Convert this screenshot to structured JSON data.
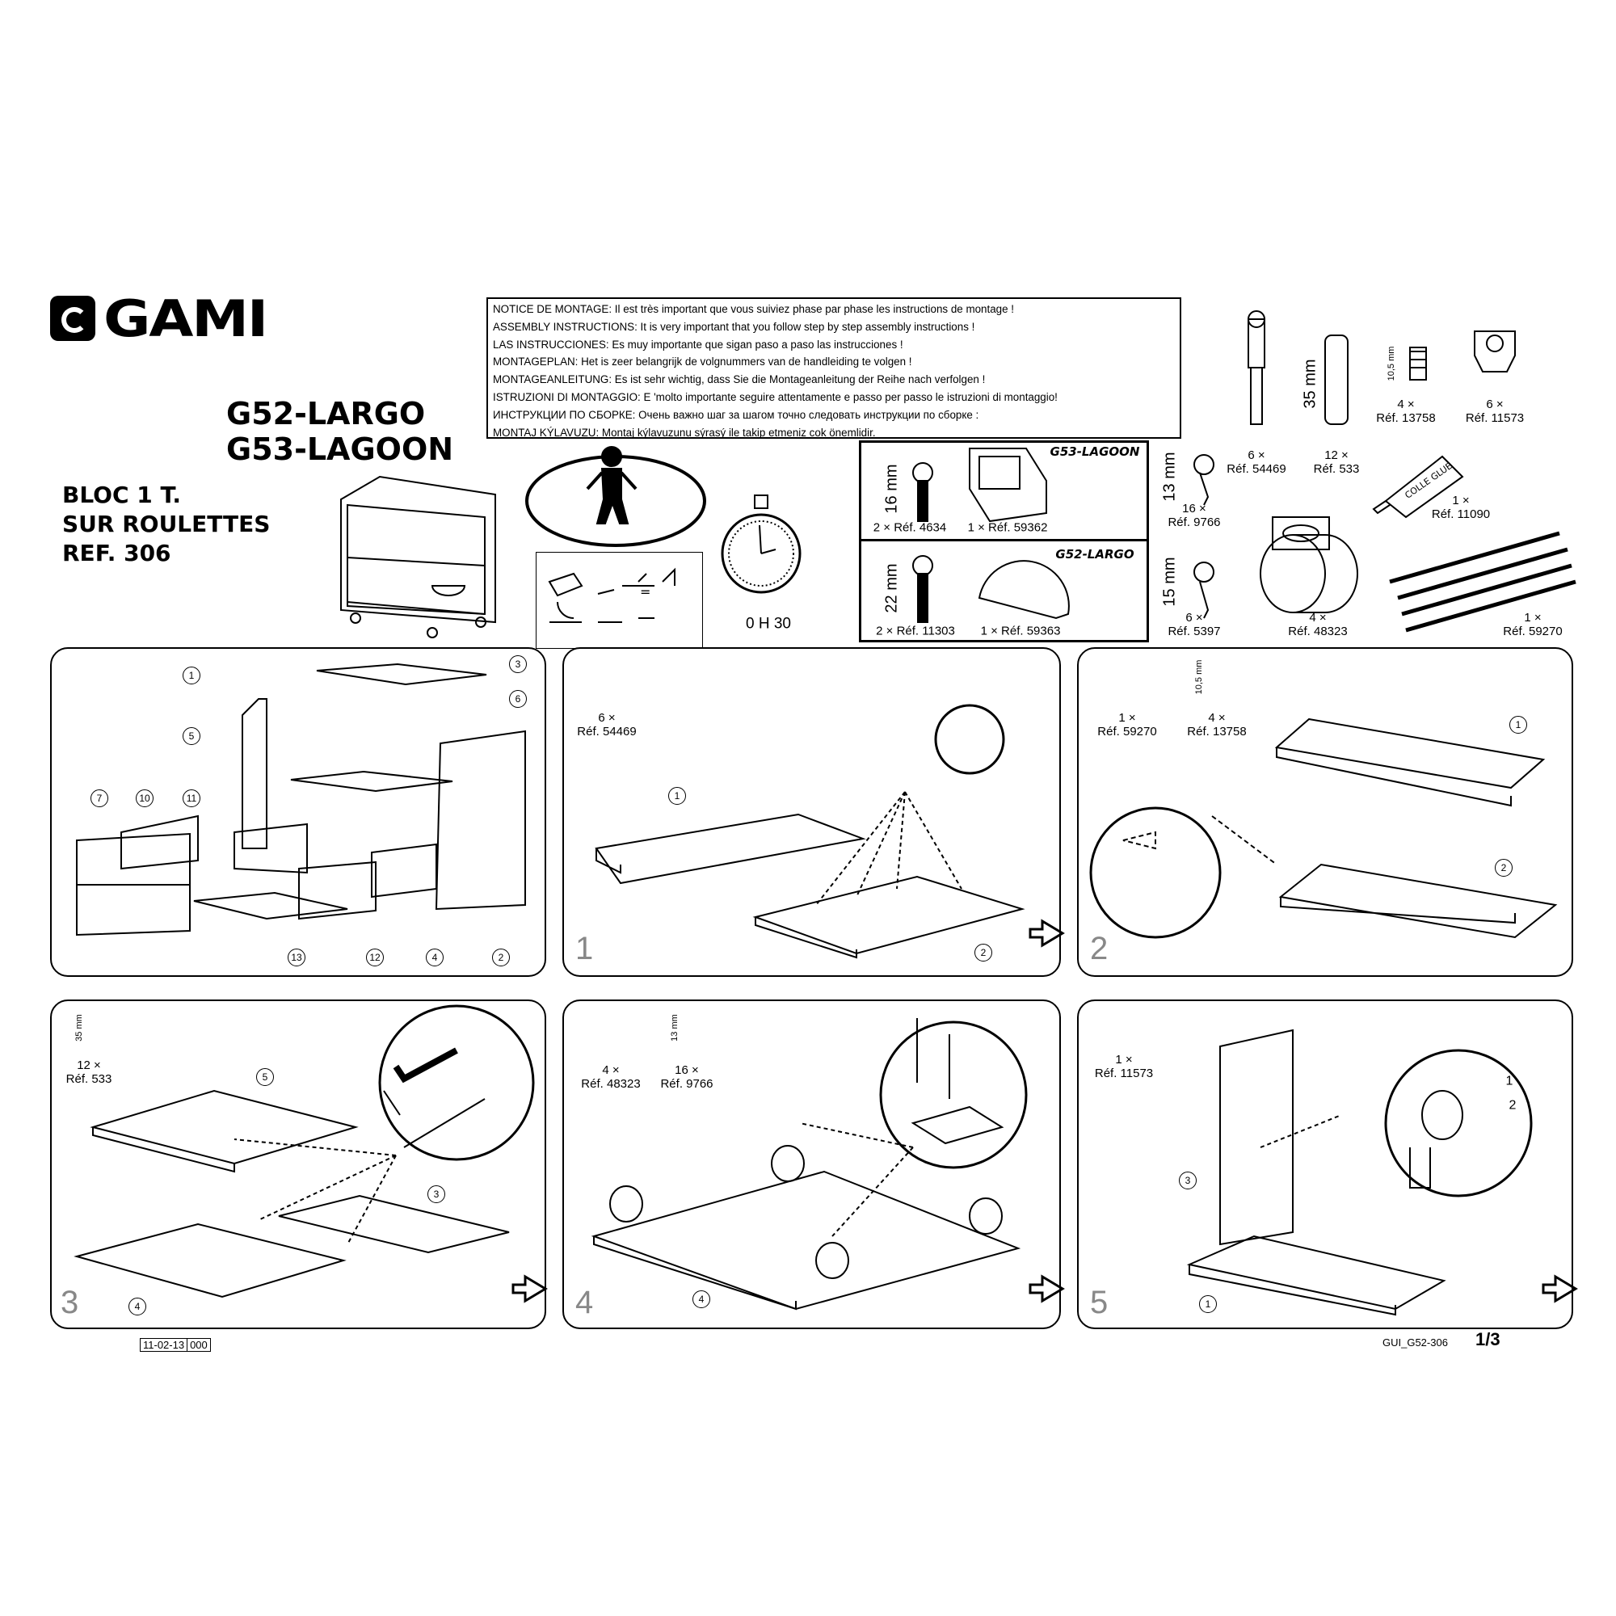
{
  "brand": "GAMI",
  "models": [
    "G52-LARGO",
    "G53-LAGOON"
  ],
  "product": {
    "line1": "BLOC 1 T.",
    "line2": "SUR ROULETTES",
    "line3": "REF. 306"
  },
  "notice": [
    "NOTICE DE MONTAGE: Il est très important que vous suiviez phase par phase les instructions de montage !",
    "ASSEMBLY INSTRUCTIONS: It is very important that you follow step by step assembly instructions !",
    "LAS INSTRUCCIONES: Es muy importante que sigan paso a paso las instrucciones !",
    "MONTAGEPLAN: Het is zeer belangrijk de volgnummers van de handleiding te volgen !",
    "MONTAGEANLEITUNG: Es ist sehr wichtig, dass Sie die Montageanleitung der Reihe nach verfolgen !",
    "ISTRUZIONI DI MONTAGGIO: E 'molto importante seguire attentamente e passo per passo le istruzioni di montaggio!",
    "ИНСТРУКЦИИ ПО СБОРКЕ: Очень важно шаг за шагом точно следовать инструкции по сборке :",
    "MONTAJ KÝLAVUZU: Montaj kýlavuzunu sýrasý ile takip etmeniz cok önemlidir."
  ],
  "time": "0 H 30",
  "model_hardware": {
    "lagoon": {
      "tag": "G53-LAGOON",
      "screw_len": "16 mm",
      "screw": "2 × Réf. 4634",
      "handle": "1 × Réf. 59362"
    },
    "largo": {
      "tag": "G52-LARGO",
      "screw_len": "22 mm",
      "screw": "2 × Réf. 11303",
      "handle": "1 × Réf. 59363"
    }
  },
  "hardware": [
    {
      "qty": "6 ×",
      "ref": "Réf. 54469"
    },
    {
      "qty": "12 ×",
      "ref": "Réf. 533",
      "size": "35 mm"
    },
    {
      "qty": "4 ×",
      "ref": "Réf. 13758",
      "size": "10,5 mm"
    },
    {
      "qty": "6 ×",
      "ref": "Réf. 11573"
    },
    {
      "qty": "16 ×",
      "ref": "Réf. 9766",
      "size": "13 mm"
    },
    {
      "qty": "1 ×",
      "ref": "Réf. 11090",
      "label": "COLLE GLUE"
    },
    {
      "qty": "6 ×",
      "ref": "Réf. 5397",
      "size": "15 mm"
    },
    {
      "qty": "4 ×",
      "ref": "Réf. 48323"
    },
    {
      "qty": "1 ×",
      "ref": "Réf. 59270"
    }
  ],
  "overview_callouts": [
    "1",
    "3",
    "6",
    "5",
    "7",
    "10",
    "11",
    "13",
    "12",
    "4",
    "2"
  ],
  "steps": [
    {
      "num": "1",
      "parts": [
        {
          "qty": "6 ×",
          "ref": "Réf. 54469"
        }
      ],
      "callouts": [
        "1",
        "2"
      ]
    },
    {
      "num": "2",
      "parts": [
        {
          "qty": "1 ×",
          "ref": "Réf. 59270"
        },
        {
          "qty": "4 ×",
          "ref": "Réf. 13758",
          "size": "10,5 mm"
        }
      ],
      "callouts": [
        "1",
        "2"
      ]
    },
    {
      "num": "3",
      "parts": [
        {
          "qty": "12 ×",
          "ref": "Réf. 533",
          "size": "35 mm"
        }
      ],
      "callouts": [
        "5",
        "3",
        "4"
      ]
    },
    {
      "num": "4",
      "parts": [
        {
          "qty": "4 ×",
          "ref": "Réf. 48323"
        },
        {
          "qty": "16 ×",
          "ref": "Réf. 9766",
          "size": "13 mm"
        }
      ],
      "callouts": [
        "4"
      ]
    },
    {
      "num": "5",
      "parts": [
        {
          "qty": "1 ×",
          "ref": "Réf. 11573"
        }
      ],
      "callouts": [
        "3",
        "1",
        "1",
        "2"
      ]
    }
  ],
  "footer": {
    "date": "11-02-13",
    "code": "000",
    "doc": "GUI_G52-306",
    "page": "1/3"
  }
}
